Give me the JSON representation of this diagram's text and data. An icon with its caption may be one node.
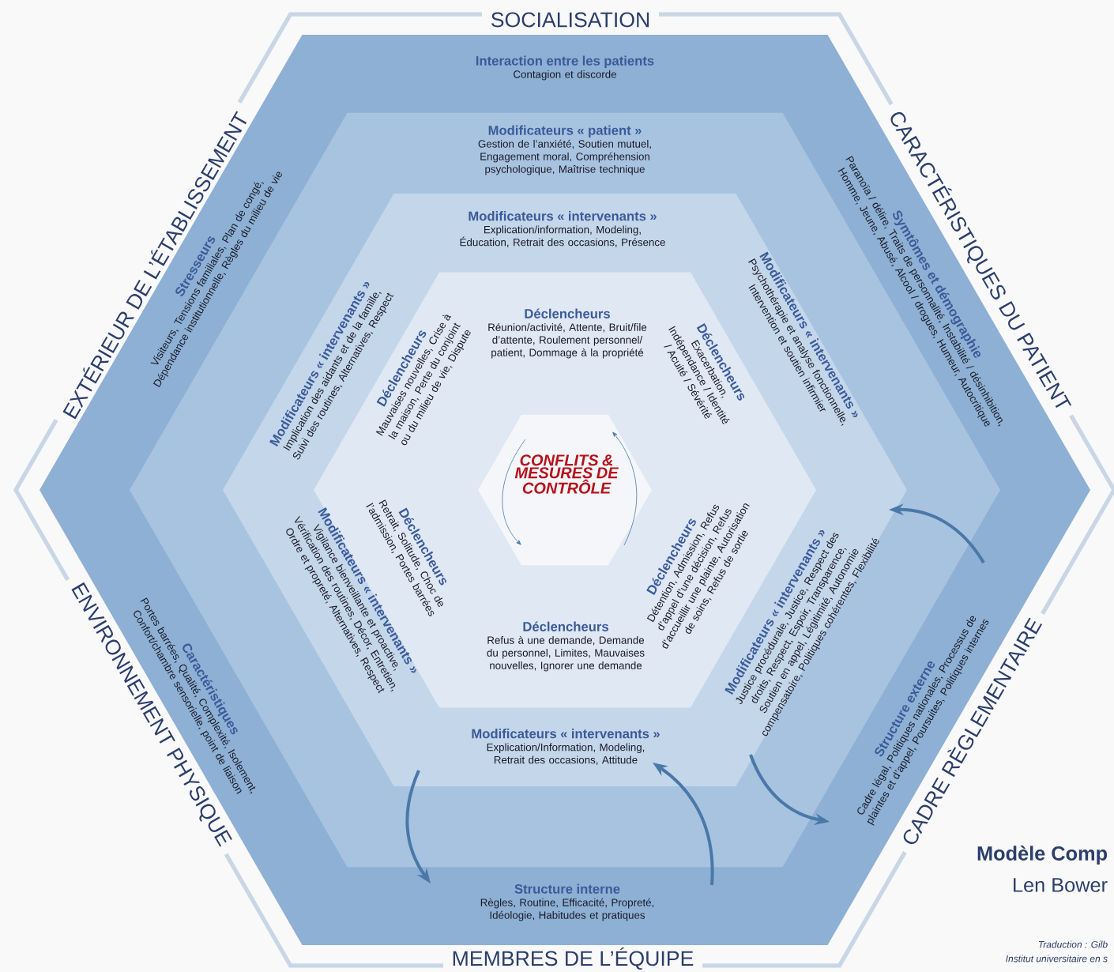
{
  "diagram": {
    "nodes": [
      {
        "text": [
          "Interaction entre les patients",
          "Contagion et discorde"
        ]
      },
      {
        "text": [
          "Modificateurs « patient »",
          "Gestion de l’anxiété, Soutien mutuel, Engagement moral, Compréhension psychologique, Maîtrise technique"
        ]
      },
      {
        "text": [
          "Modificateurs « intervenants »",
          "Explication/information, Modeling, Éducation, Retrait des occasions, Présence"
        ]
      },
      {
        "text": [
          "Stresseurs",
          "Visiteurs, Tensions familiales, Plan de congé, Dépendance institutionnelle, Règles du milieu de vie"
        ]
      },
      {
        "text": [
          "Symtômes et démographie",
          "Paranoïa / délire, Traits de personnalité, Instabilité / désinhibition, Homme, Jeune, Abusé, Alcool / drogues, Humeur, Autocritique"
        ]
      },
      {
        "text": [
          "Modificateurs « intervenants »",
          "Implication des aidants et de la famille, Suivi des routines, Alternatives, Respect"
        ]
      },
      {
        "text": [
          "Modificateurs « intervenants »",
          "Psychothérapie et analyse fonctionnelle, Intervention et soutien infirmier"
        ]
      },
      {
        "text": [
          "Déclencheurs",
          "Réunion/activité, Attente, Bruit/file d’attente, Roulement personnel/ patient, Dommage à la propriété"
        ]
      },
      {
        "text": [
          "Déclencheurs",
          "Mauvaises nouvelles, Crise à la maison, Perte du conjoint ou du milieu de vie, Dispute"
        ]
      },
      {
        "text": [
          "Déclencheurs",
          "Exacerbation, Indépendance / Identité / Acuité / Sévérité"
        ]
      },
      {
        "text": [
          "CONFLITS & MESURES DE CONTRÔLE"
        ]
      },
      {
        "text": [
          "Déclencheurs",
          "Retrait, Solitude, Choc de l’admission, Portes barrées"
        ]
      },
      {
        "text": [
          "Déclencheurs",
          "Détention, Admission, Refus d’appel d’une décision, Refus d’accueillir une plainte, Autorisation de soins, Refus de sortie"
        ]
      },
      {
        "text": [
          "Modificateurs « intervenants »",
          "Vigilance bienveillante et proactive, Vérification des routines, Décor, Entretien, Ordre et propreté, Alternatives, Respect"
        ]
      },
      {
        "text": [
          "Déclencheurs",
          "Refus à une demande, Demande du personnel, Limites, Mauvaises nouvelles, Ignorer une demande"
        ]
      },
      {
        "text": [
          "Modificateurs « intervenants »",
          "Justice procédurale, Justice, Respect des droits, Respect, Espoir, Transparence, Soutien en appel, Légitimité, Autonomie compensatoire, Politiques cohérentes, Flexibilité"
        ]
      },
      {
        "text": [
          "Caractéristiques",
          "Portes barrées, Qualité, Complexité, Isolement, Confort/chambre sensorielle, point de liaison"
        ]
      },
      {
        "text": [
          "Modificateurs « intervenants »",
          "Explication/Information, Modeling, Retrait des occasions, Attitude"
        ]
      },
      {
        "text": [
          "Structure externe",
          "Cadre légal, Politiques nationales, Processus de plaintes et d’appel, Poursuites, Politiques internes"
        ]
      },
      {
        "text": [
          "Structure interne",
          "Règles, Routine, Efficacité, Propreté, Idéologie, Habitudes et pratiques"
        ]
      }
    ],
    "edges": [
      {
        "from": 18,
        "to": 15,
        "arrow": "to"
      },
      {
        "from": 15,
        "to": 18,
        "arrow": "to"
      },
      {
        "from": 17,
        "to": 19,
        "arrow": "to"
      },
      {
        "from": 19,
        "to": 17,
        "arrow": "to"
      }
    ],
    "labels": [
      "SOCIALISATION",
      "EXTÉRIEUR DE L’ÉTABLISSEMENT",
      "CARACTÉRISTIQUES DU PATIENT",
      "ENVIRONNEMENT PHYSIQUE",
      "CADRE RÈGLEMENTAIRE",
      "MEMBRES DE L’ÉQUIPE",
      "Modèle Comp",
      "Len Bower",
      "Traduction : Gilb",
      "Institut universitaire en s"
    ]
  }
}
